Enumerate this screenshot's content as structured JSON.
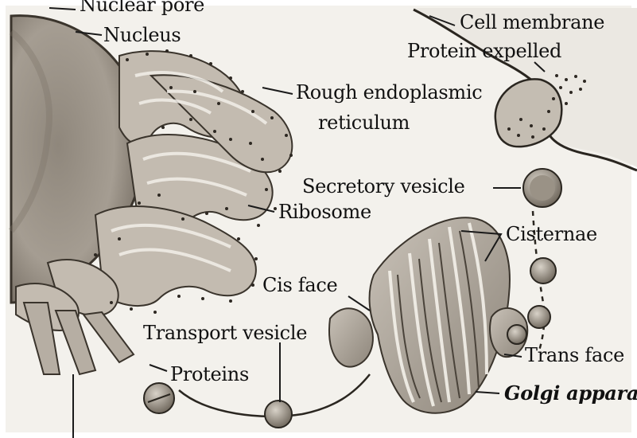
{
  "labels": {
    "nuclear_pore": "Nuclear pore",
    "nucleus": "Nucleus",
    "cell_membrane": "Cell membrane",
    "protein_expelled": "Protein expelled",
    "rough_er_line1": "Rough endoplasmic",
    "rough_er_line2": "reticulum",
    "secretory_vesicle": "Secretory vesicle",
    "ribosome": "Ribosome",
    "cisternae": "Cisternae",
    "cis_face": "Cis face",
    "transport_vesicle": "Transport vesicle",
    "trans_face": "Trans face",
    "proteins": "Proteins",
    "golgi_apparatus": "Golgi apparatus"
  },
  "colors": {
    "paper": "#f3f1ec",
    "organelle_fill": "#b9b1a6",
    "organelle_dark": "#6e665c",
    "line": "#1a1a1a",
    "text": "#111111"
  }
}
